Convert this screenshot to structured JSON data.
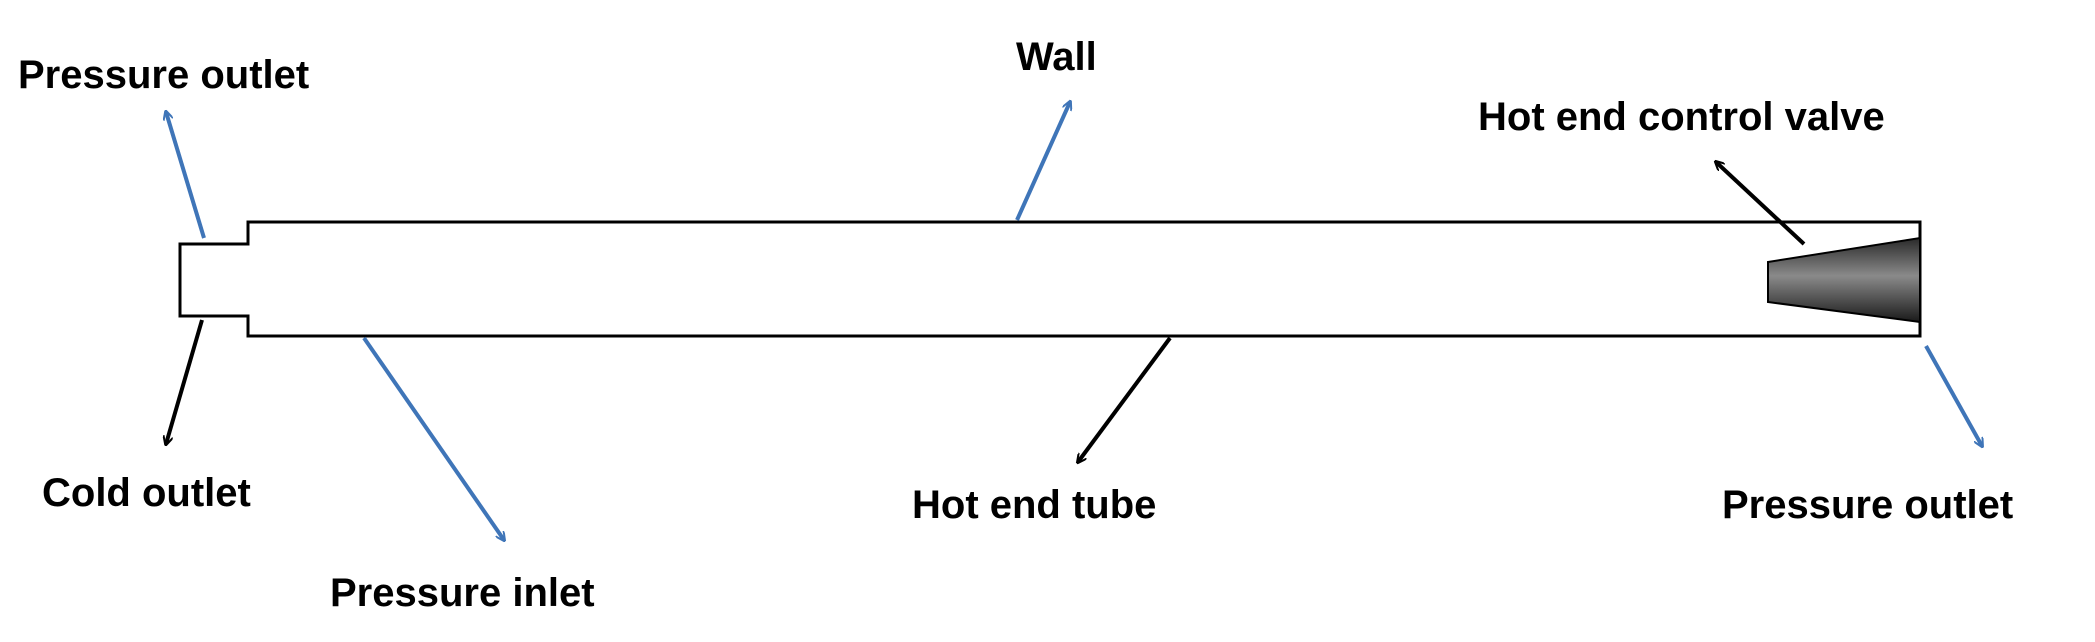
{
  "labels": {
    "pressure_outlet_left": "Pressure outlet",
    "wall": "Wall",
    "hot_end_control_valve": "Hot end control valve",
    "cold_outlet": "Cold outlet",
    "pressure_inlet": "Pressure inlet",
    "hot_end_tube": "Hot end tube",
    "pressure_outlet_right": "Pressure outlet"
  },
  "colors": {
    "boundary_arrow": "#3f75b8",
    "part_arrow": "#000000",
    "valve_dark": "#1a1a1a",
    "valve_light": "#8a8a8a"
  }
}
